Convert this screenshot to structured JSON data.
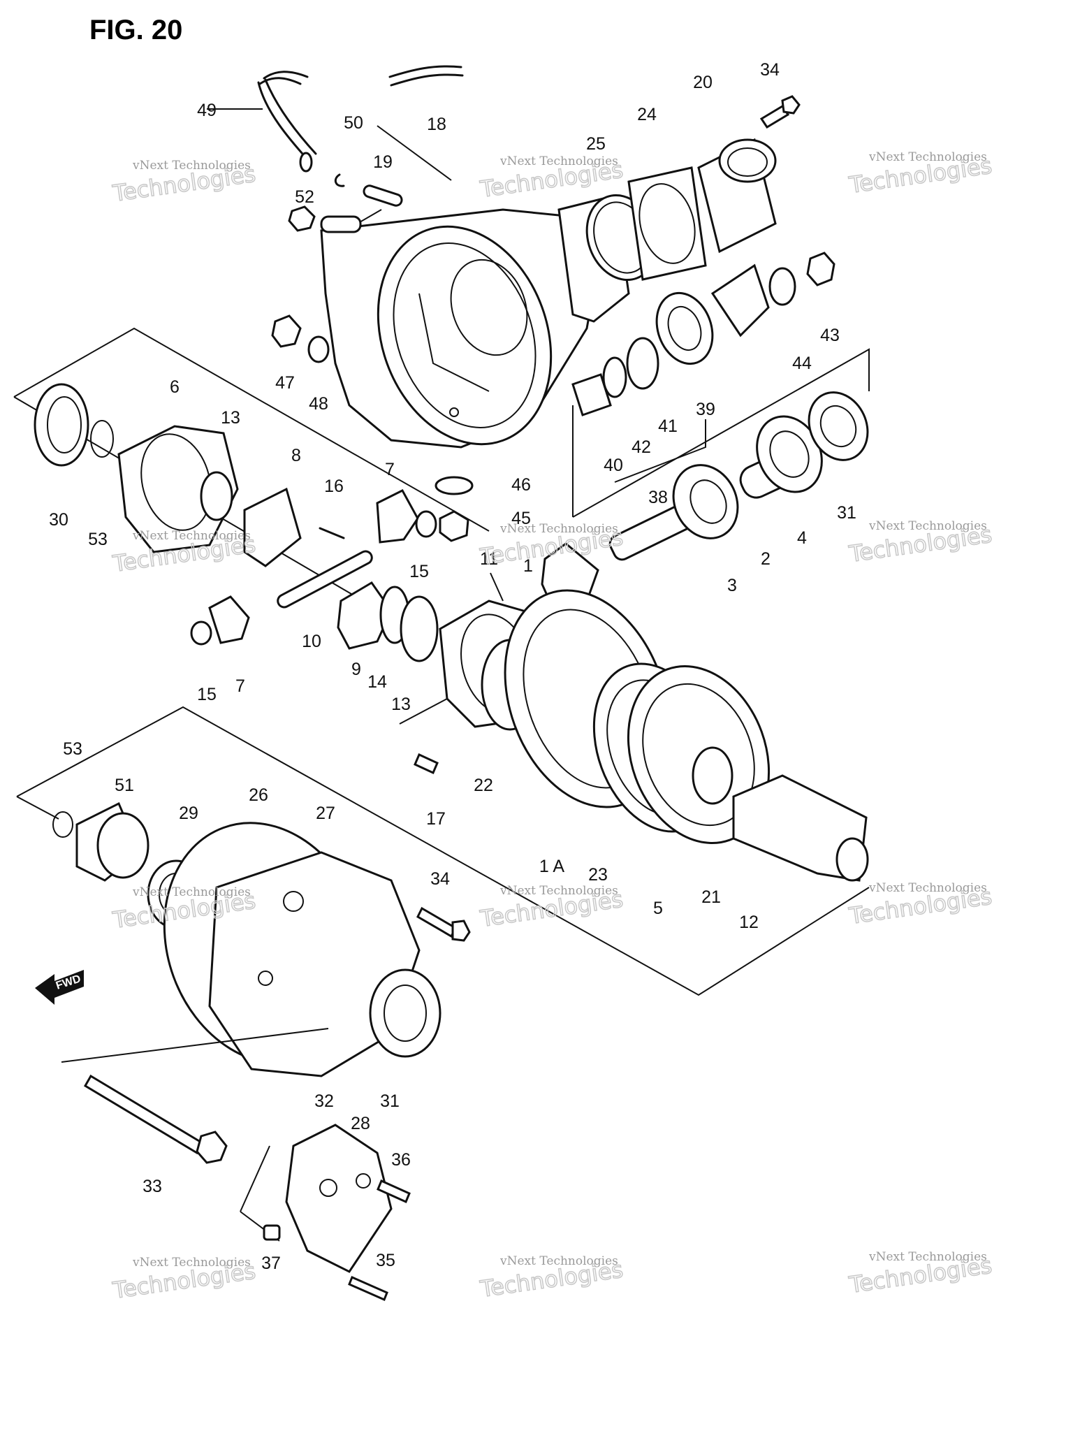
{
  "figure": {
    "title": "FIG. 20",
    "fwd_label": "FWD"
  },
  "watermark": {
    "line1": "vNext Technologies",
    "line2": "Technologies"
  },
  "callouts": [
    {
      "id": "49",
      "label": "49"
    },
    {
      "id": "50",
      "label": "50"
    },
    {
      "id": "18",
      "label": "18"
    },
    {
      "id": "19",
      "label": "19"
    },
    {
      "id": "52",
      "label": "52"
    },
    {
      "id": "25",
      "label": "25"
    },
    {
      "id": "24",
      "label": "24"
    },
    {
      "id": "20",
      "label": "20"
    },
    {
      "id": "34a",
      "label": "34"
    },
    {
      "id": "43",
      "label": "43"
    },
    {
      "id": "44",
      "label": "44"
    },
    {
      "id": "47",
      "label": "47"
    },
    {
      "id": "48",
      "label": "48"
    },
    {
      "id": "39",
      "label": "39"
    },
    {
      "id": "41",
      "label": "41"
    },
    {
      "id": "42",
      "label": "42"
    },
    {
      "id": "40",
      "label": "40"
    },
    {
      "id": "38",
      "label": "38"
    },
    {
      "id": "31a",
      "label": "31"
    },
    {
      "id": "4",
      "label": "4"
    },
    {
      "id": "2",
      "label": "2"
    },
    {
      "id": "3",
      "label": "3"
    },
    {
      "id": "6",
      "label": "6"
    },
    {
      "id": "13a",
      "label": "13"
    },
    {
      "id": "8",
      "label": "8"
    },
    {
      "id": "16",
      "label": "16"
    },
    {
      "id": "7a",
      "label": "7"
    },
    {
      "id": "46",
      "label": "46"
    },
    {
      "id": "45",
      "label": "45"
    },
    {
      "id": "30",
      "label": "30"
    },
    {
      "id": "53a",
      "label": "53"
    },
    {
      "id": "15a",
      "label": "15"
    },
    {
      "id": "11",
      "label": "11"
    },
    {
      "id": "1",
      "label": "1"
    },
    {
      "id": "10",
      "label": "10"
    },
    {
      "id": "9",
      "label": "9"
    },
    {
      "id": "14",
      "label": "14"
    },
    {
      "id": "13b",
      "label": "13"
    },
    {
      "id": "15b",
      "label": "15"
    },
    {
      "id": "7b",
      "label": "7"
    },
    {
      "id": "22",
      "label": "22"
    },
    {
      "id": "17",
      "label": "17"
    },
    {
      "id": "53b",
      "label": "53"
    },
    {
      "id": "51",
      "label": "51"
    },
    {
      "id": "29",
      "label": "29"
    },
    {
      "id": "26",
      "label": "26"
    },
    {
      "id": "27",
      "label": "27"
    },
    {
      "id": "1A",
      "label": "1 A"
    },
    {
      "id": "23",
      "label": "23"
    },
    {
      "id": "5",
      "label": "5"
    },
    {
      "id": "21",
      "label": "21"
    },
    {
      "id": "12",
      "label": "12"
    },
    {
      "id": "34b",
      "label": "34"
    },
    {
      "id": "31b",
      "label": "31"
    },
    {
      "id": "32",
      "label": "32"
    },
    {
      "id": "28",
      "label": "28"
    },
    {
      "id": "36",
      "label": "36"
    },
    {
      "id": "33",
      "label": "33"
    },
    {
      "id": "37",
      "label": "37"
    },
    {
      "id": "35",
      "label": "35"
    }
  ]
}
